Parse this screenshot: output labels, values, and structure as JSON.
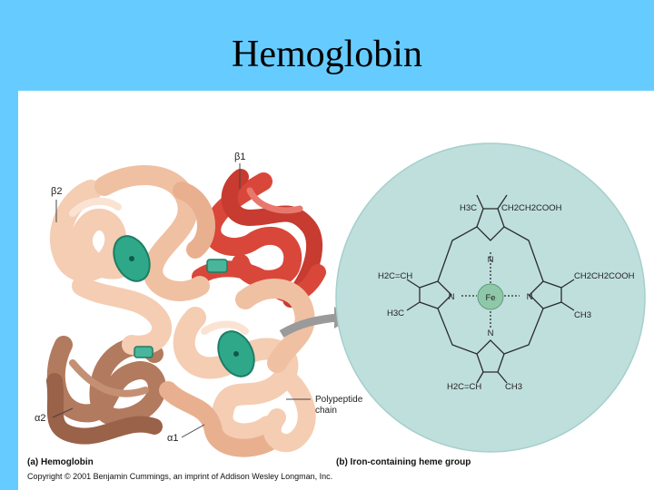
{
  "slide": {
    "title": "Hemoglobin"
  },
  "protein": {
    "chain_labels": {
      "beta1": "β1",
      "beta2": "β2",
      "alpha1": "α1",
      "alpha2": "α2"
    },
    "polypeptide_label_line1": "Polypeptide",
    "polypeptide_label_line2": "chain",
    "caption": "(a) Hemoglobin"
  },
  "heme": {
    "substituents": {
      "top_left": "H3C",
      "top_right": "CH2CH2COOH",
      "left_top": "H2C=CH",
      "left_bottom": "H3C",
      "right_top": "CH2CH2COOH",
      "right_bottom": "CH3",
      "bottom_left": "H2C=CH",
      "bottom_right": "CH3"
    },
    "atoms": {
      "nitrogen": "N",
      "iron": "Fe"
    },
    "caption": "(b) Iron-containing heme group"
  },
  "copyright": "Copyright © 2001 Benjamin Cummings, an imprint of Addison Wesley Longman, Inc.",
  "colors": {
    "background": "#66ccff",
    "panel": "#ffffff",
    "beta_chain": "#d9473a",
    "alpha_chain": "#b27a5e",
    "pale_chain": "#f4cdb3",
    "heme_circle": "#bfdfdd",
    "heme_disc": "#2fa88a"
  }
}
